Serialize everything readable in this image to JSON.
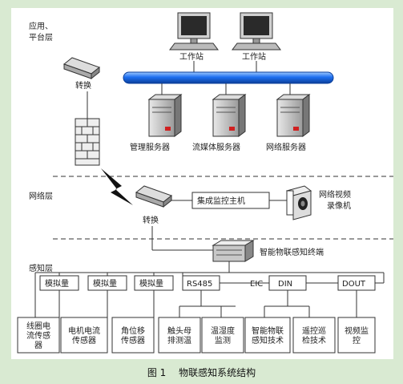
{
  "layers": {
    "app": "应用、\n平台层",
    "network": "网络层",
    "sensing": "感知层"
  },
  "workstations": [
    "工作站",
    "工作站"
  ],
  "servers": [
    "管理服务器",
    "流媒体服务器",
    "网络服务器"
  ],
  "switch_label": "转换",
  "switch_label2": "转换",
  "monitor_host": "集成监控主机",
  "video_recorder": "网络视频\n录像机",
  "iot_terminal": "智能物联感知终端",
  "analog": [
    "模拟量",
    "模拟量",
    "模拟量"
  ],
  "bus_labels": {
    "rs485": "RS485",
    "eic": "EIC",
    "din": "DIN",
    "dout": "DOUT"
  },
  "sensors": [
    "线圈电\n流传感\n器",
    "电机电流\n传感器",
    "角位移\n传感器",
    "触头母\n排测温",
    "温湿度\n监测",
    "智能物联\n感知技术",
    "遥控巡\n检技术",
    "视频监\n控"
  ],
  "caption": {
    "figure": "图 1",
    "title": "物联感知系统结构"
  },
  "colors": {
    "backbone": "#1e6ff0",
    "background": "#d9ead2"
  }
}
